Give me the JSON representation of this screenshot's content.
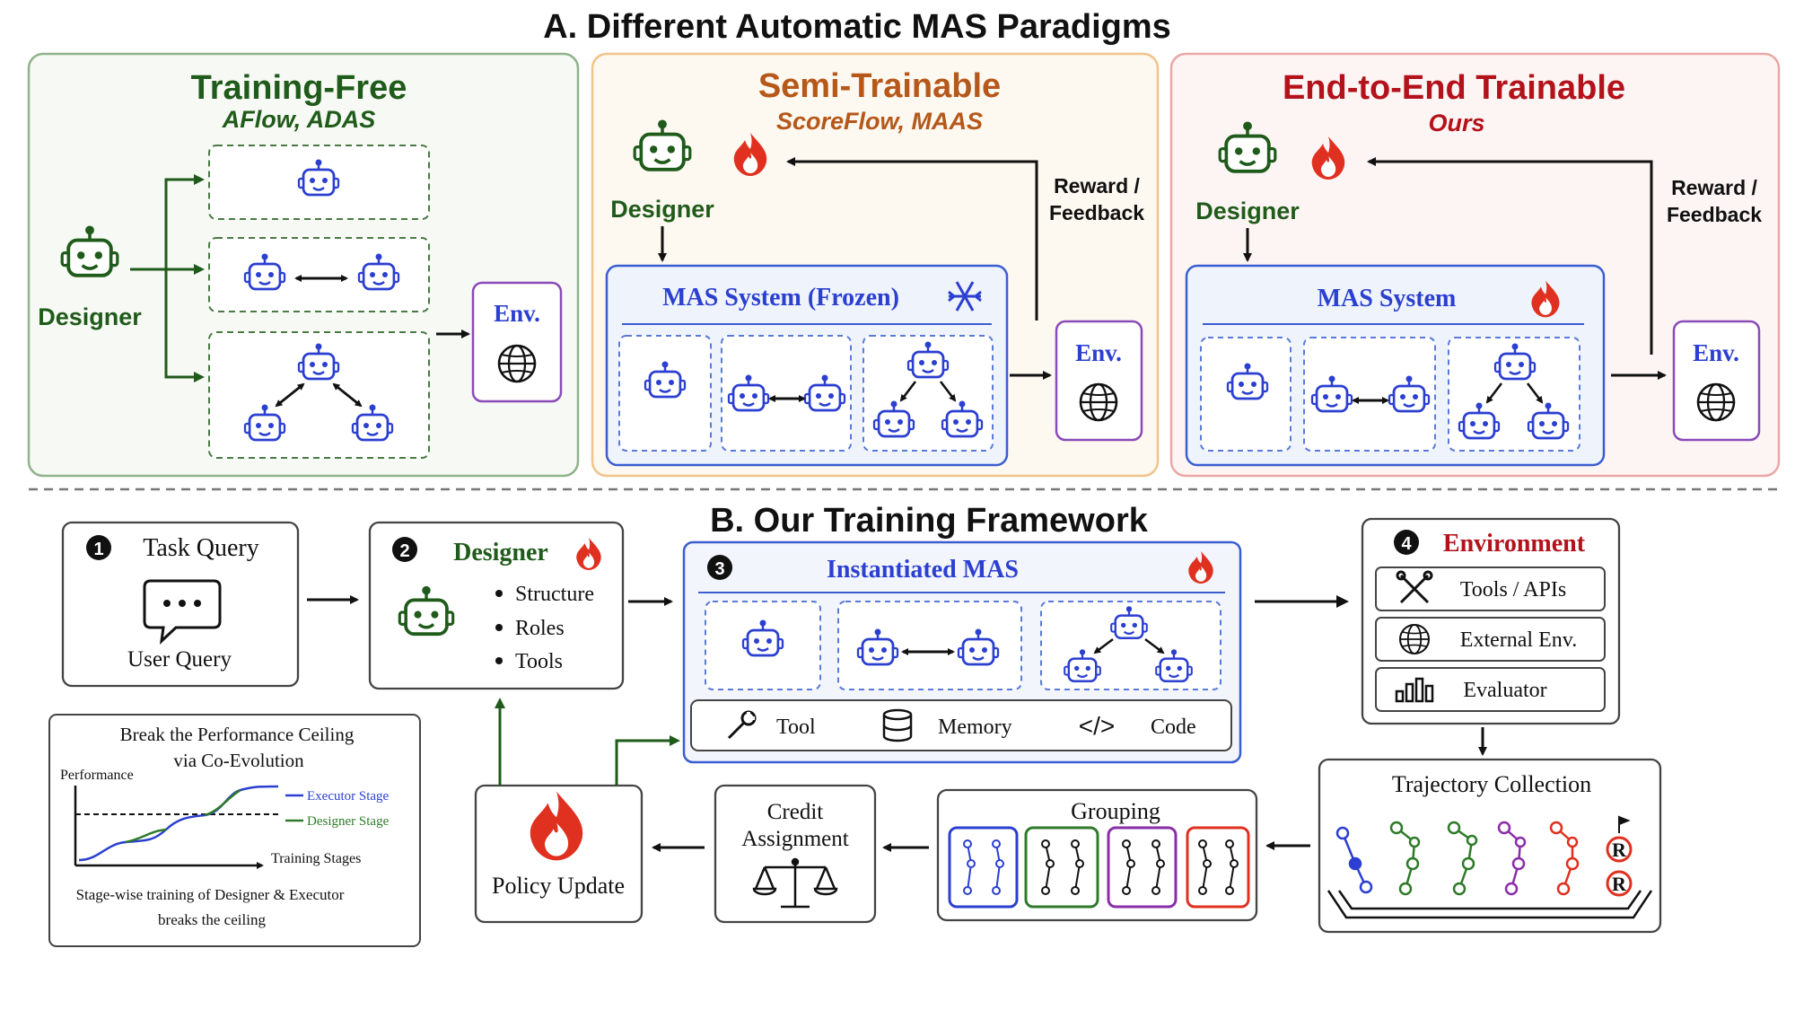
{
  "sectionA": {
    "title": "A. Different Automatic MAS Paradigms",
    "colors": {
      "green": "#1f5b1a",
      "orange": "#b5581a",
      "red": "#b3121b",
      "blue": "#2b3fd0"
    },
    "panels": [
      {
        "title": "Training-Free",
        "subtitle": "AFlow, ADAS",
        "designer": "Designer",
        "env": "Env."
      },
      {
        "title": "Semi-Trainable",
        "subtitle": "ScoreFlow, MAAS",
        "designer": "Designer",
        "system": "MAS System (Frozen)",
        "reward_line1": "Reward /",
        "reward_line2": "Feedback",
        "env": "Env."
      },
      {
        "title": "End-to-End Trainable",
        "subtitle": "Ours",
        "designer": "Designer",
        "system": "MAS System",
        "reward_line1": "Reward /",
        "reward_line2": "Feedback",
        "env": "Env."
      }
    ]
  },
  "sectionB": {
    "title": "B. Our Training Framework",
    "task": {
      "num": "1",
      "title": "Task Query",
      "label": "User Query"
    },
    "designer": {
      "num": "2",
      "title": "Designer",
      "bullets": [
        "Structure",
        "Roles",
        "Tools"
      ]
    },
    "mas": {
      "num": "3",
      "title": "Instantiated MAS",
      "tools": [
        "Tool",
        "Memory",
        "Code"
      ]
    },
    "environment": {
      "num": "4",
      "title": "Environment",
      "items": [
        "Tools / APIs",
        "External Env.",
        "Evaluator"
      ]
    },
    "trajectory": {
      "title": "Trajectory Collection",
      "reward": "R"
    },
    "grouping": {
      "title": "Grouping"
    },
    "credit": {
      "line1": "Credit",
      "line2": "Assignment"
    },
    "policy": {
      "title": "Policy Update"
    },
    "ceiling": {
      "title1": "Break the Performance Ceiling",
      "title2": "via Co-Evolution",
      "ylabel": "Performance",
      "xlabel": "Training Stages",
      "legend": [
        "Executor Stage",
        "Designer Stage"
      ],
      "caption1": "Stage-wise training of Designer & Executor",
      "caption2": "breaks the ceiling"
    }
  }
}
